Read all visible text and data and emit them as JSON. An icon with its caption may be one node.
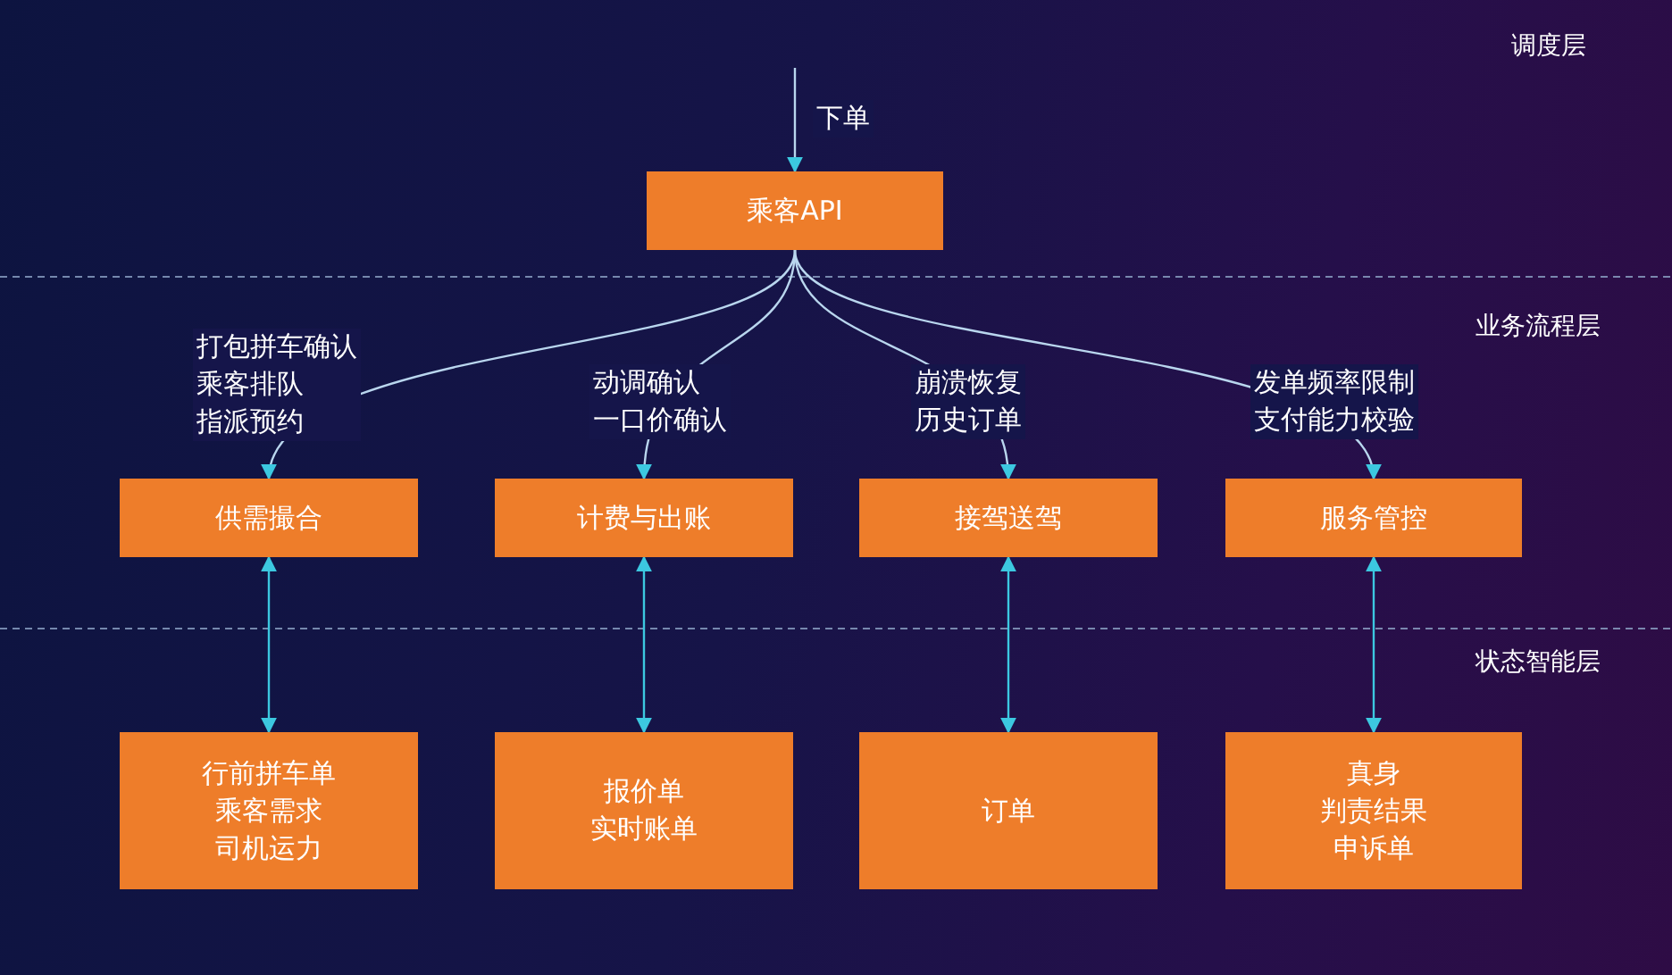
{
  "diagram": {
    "nodes": [
      {
        "text": [
          "乘客API"
        ]
      },
      {
        "text": [
          "供需撮合"
        ]
      },
      {
        "text": [
          "计费与出账"
        ]
      },
      {
        "text": [
          "接驾送驾"
        ]
      },
      {
        "text": [
          "服务管控"
        ]
      },
      {
        "text": [
          "行前拼车单",
          "乘客需求",
          "司机运力"
        ]
      },
      {
        "text": [
          "报价单",
          "实时账单"
        ]
      },
      {
        "text": [
          "订单"
        ]
      },
      {
        "text": [
          "真身",
          "判责结果",
          "申诉单"
        ]
      }
    ],
    "edges": [
      {
        "from": null,
        "to": 0,
        "arrow": "to",
        "label": "下单"
      },
      {
        "from": 0,
        "to": 1,
        "arrow": "to",
        "label": "打包拼车确认乘客排队指派预约"
      },
      {
        "from": 0,
        "to": 2,
        "arrow": "to",
        "label": "动调确认一口价确认"
      },
      {
        "from": 0,
        "to": 3,
        "arrow": "to",
        "label": "崩溃恢复历史订单"
      },
      {
        "from": 0,
        "to": 4,
        "arrow": "to",
        "label": "发单频率限制支付能力校验"
      },
      {
        "from": 1,
        "to": 5,
        "arrow": "both",
        "color": "#3cc8e0"
      },
      {
        "from": 2,
        "to": 6,
        "arrow": "both",
        "color": "#3cc8e0"
      },
      {
        "from": 3,
        "to": 7,
        "arrow": "both",
        "color": "#3cc8e0"
      },
      {
        "from": 4,
        "to": 8,
        "arrow": "both",
        "color": "#3cc8e0"
      }
    ],
    "labels": [
      "调度层",
      "业务流程层",
      "状态智能层"
    ]
  }
}
